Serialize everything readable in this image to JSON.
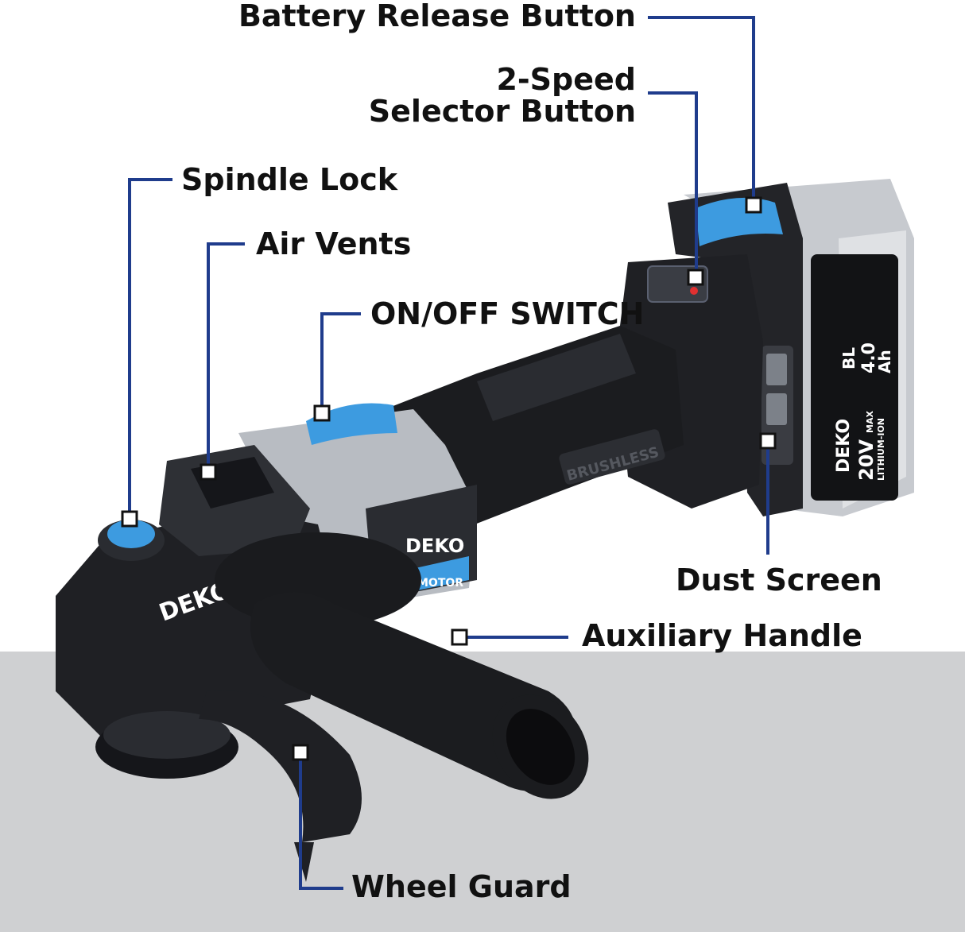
{
  "diagram": {
    "colors": {
      "background_top": "#ffffff",
      "background_floor": "#cfd0d2",
      "leader_line": "#1f3c8c",
      "label_text": "#111111",
      "tool_body": "#1b1c1f",
      "accent_blue": "#3d9be0",
      "housing_grey": "#b8bcc2"
    },
    "brand": "DEKO",
    "housing_text": "BRUSHLESS",
    "motor_text": "MOTOR",
    "battery": {
      "brand": "DEKO",
      "voltage": "20V",
      "max": "MAX",
      "chem": "LITHIUM-ION",
      "type": "BL",
      "capacity": "4.0",
      "unit": "Ah"
    },
    "labels": {
      "battery_release": "Battery Release Button",
      "speed_line1": "2-Speed",
      "speed_line2": "Selector Button",
      "spindle_lock": "Spindle Lock",
      "air_vents": "Air Vents",
      "on_off": "ON/OFF SWITCH",
      "dust_screen": "Dust Screen",
      "aux_handle": "Auxiliary Handle",
      "wheel_guard": "Wheel Guard"
    }
  }
}
